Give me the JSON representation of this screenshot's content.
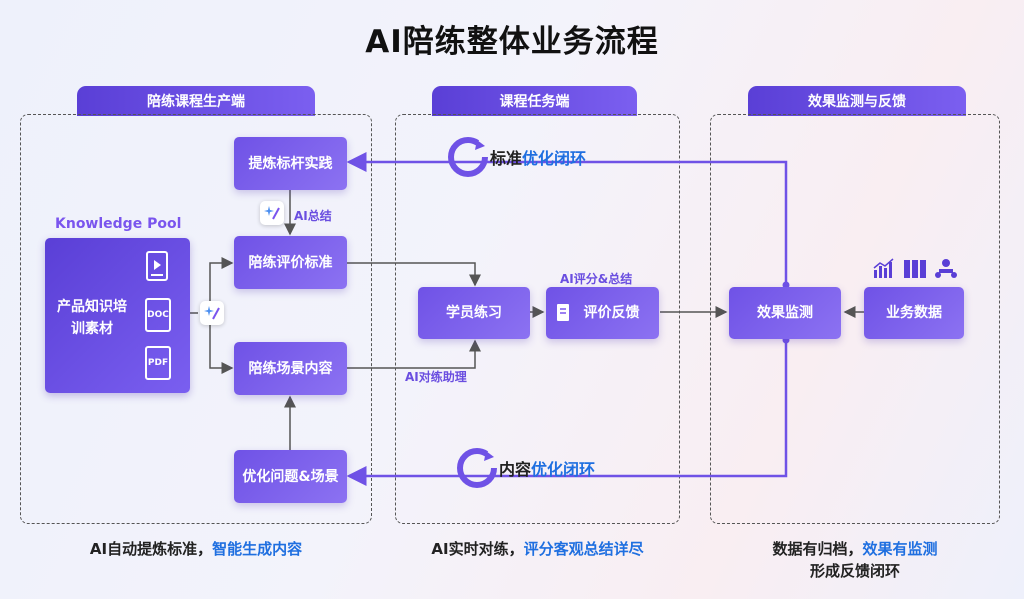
{
  "title": "AI陪练整体业务流程",
  "sections": [
    {
      "tab": "陪练课程生产端"
    },
    {
      "tab": "课程任务端"
    },
    {
      "tab": "效果监测与反馈"
    }
  ],
  "knowledge_pool": {
    "label": "Knowledge Pool",
    "text": "产品知识培训素材",
    "docs": [
      "DOC",
      "PDF"
    ]
  },
  "boxes": {
    "extract": "提炼标杆实践",
    "criteria": "陪练评价标准",
    "scene": "陪练场景内容",
    "optimize": "优化问题&场景",
    "practice": "学员练习",
    "feedback": "评价反馈",
    "monitor": "效果监测",
    "bizdata": "业务数据"
  },
  "ai_labels": {
    "summary": "AI总结",
    "score": "AI评分&总结",
    "assist": "AI对练助理"
  },
  "loops": {
    "standard": {
      "prefix": "标准",
      "highlight": "优化闭环"
    },
    "content": {
      "prefix": "内容",
      "highlight": "优化闭环"
    }
  },
  "captions": {
    "left": {
      "prefix": "AI自动提炼标准，",
      "highlight": "智能生成内容"
    },
    "middle": {
      "prefix": "AI实时对练，",
      "highlight": "评分客观总结详尽"
    },
    "right": {
      "prefix": "数据有归档，",
      "highlight": "效果有监测",
      "line2": "形成反馈闭环"
    }
  },
  "colors": {
    "accent": "#6f52e6",
    "highlight": "#1f6fe0"
  },
  "icons": [
    "video-file-icon",
    "doc-file-icon",
    "pdf-file-icon",
    "ai-sparkle-icon",
    "loop-arrow-icon",
    "chart-icon",
    "server-icon",
    "people-icon",
    "feedback-doc-icon"
  ]
}
